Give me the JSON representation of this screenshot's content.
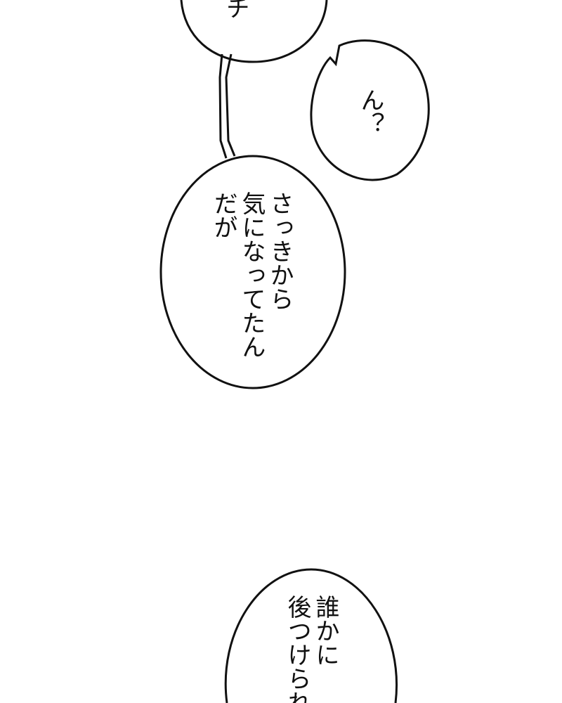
{
  "panel": {
    "bubble_top_partial": {
      "text": "チ"
    },
    "bubble_small": {
      "text": "ん？"
    },
    "bubble_large": {
      "line1": "さっきから",
      "line2": "気になってたん",
      "line3": "だが"
    },
    "bubble_bottom": {
      "line1": "誰かに",
      "line2": "後つけられ"
    }
  },
  "colors": {
    "background": "#ffffff",
    "ink": "#111111"
  }
}
